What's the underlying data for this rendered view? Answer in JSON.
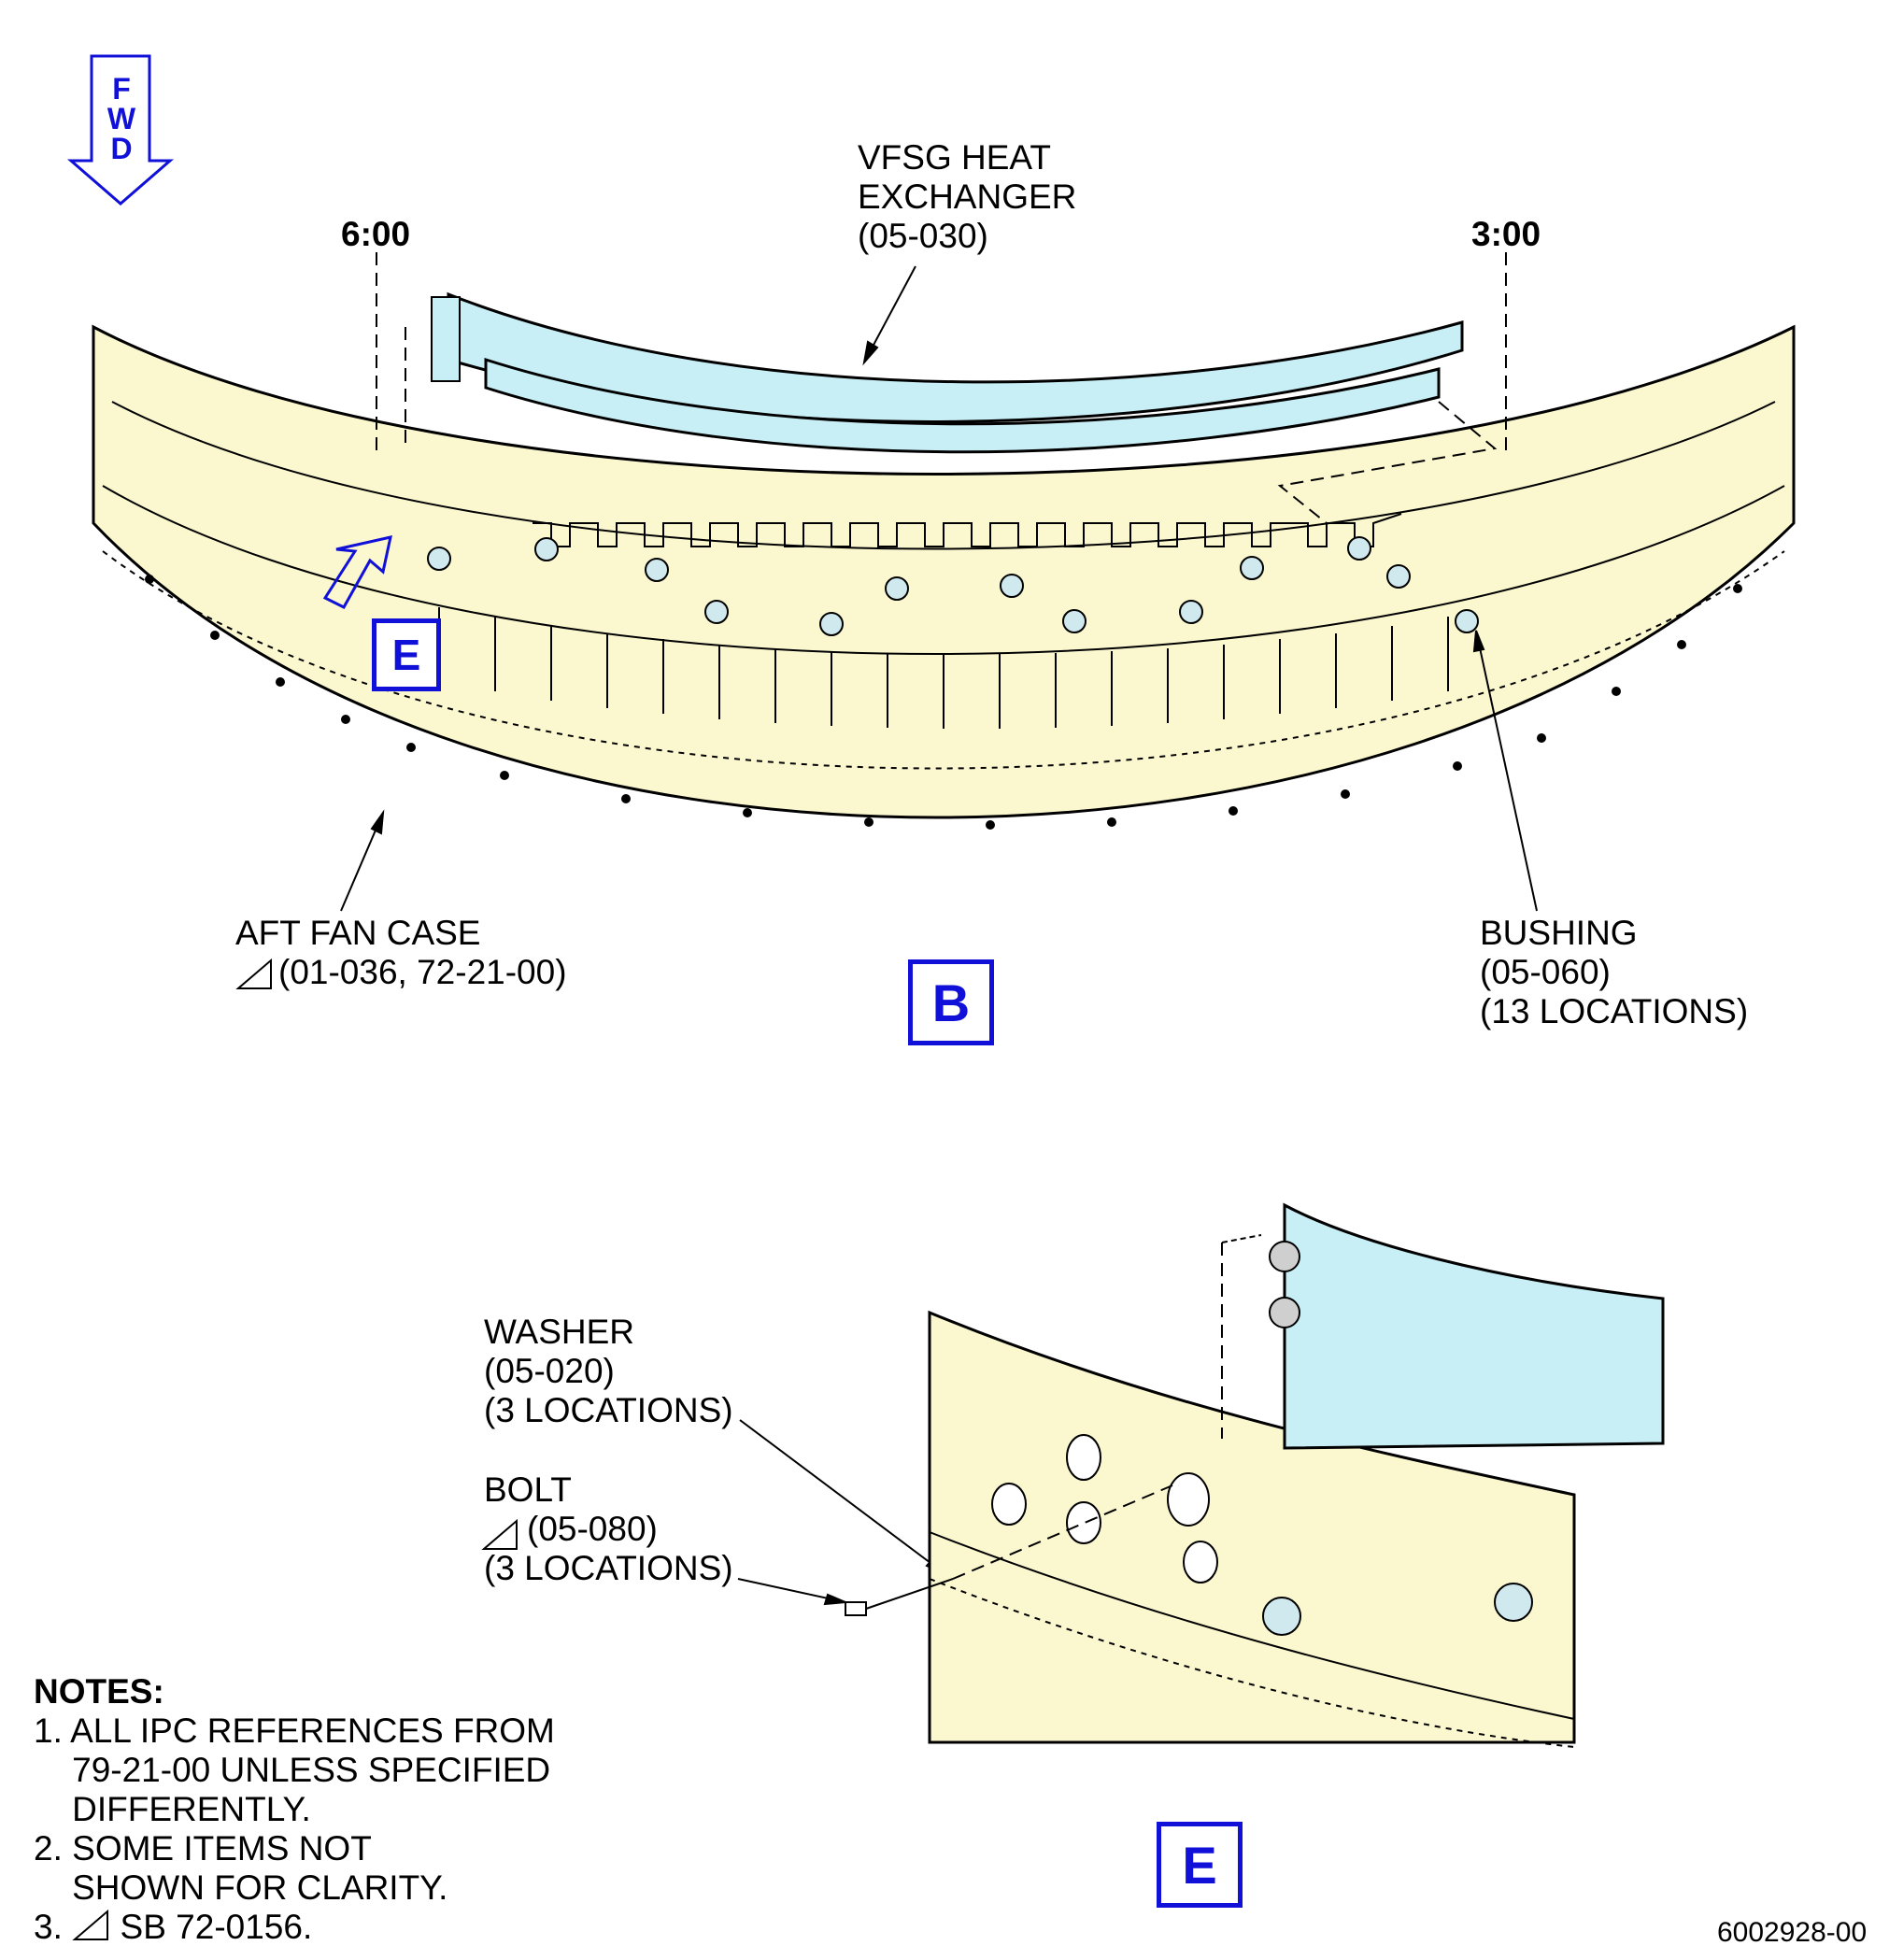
{
  "fwd_letters": [
    "F",
    "W",
    "D"
  ],
  "clock": {
    "left": "6:00",
    "right": "3:00"
  },
  "labels": {
    "vfsg": [
      "VFSG HEAT",
      "EXCHANGER",
      "(05-030)"
    ],
    "aft_fan_case": [
      "AFT FAN CASE",
      "(01-036, 72-21-00)"
    ],
    "bushing": [
      "BUSHING",
      "(05-060)",
      "(13 LOCATIONS)"
    ],
    "washer": [
      "WASHER",
      "(05-020)",
      "(3 LOCATIONS)"
    ],
    "bolt": [
      "BOLT",
      "(05-080)",
      "(3 LOCATIONS)"
    ]
  },
  "view_markers": {
    "main": "B",
    "detail": "E",
    "detail_ref": "E"
  },
  "notes": {
    "title": "NOTES:",
    "items": [
      "1. ALL IPC REFERENCES FROM",
      "    79-21-00 UNLESS SPECIFIED",
      "    DIFFERENTLY.",
      "2. SOME ITEMS NOT",
      "    SHOWN FOR CLARITY.",
      "3.      SB 72-0156."
    ]
  },
  "figure_number": "6002928-00",
  "colors": {
    "case_fill": "#fbf7cf",
    "exchanger_fill": "#c8eef6",
    "marker_blue": "#1010d8"
  }
}
